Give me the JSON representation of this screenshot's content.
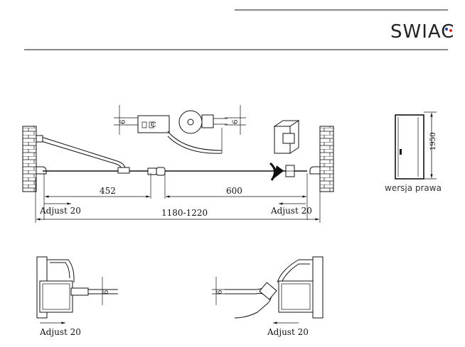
{
  "brand": {
    "logo_text": "SWIAC",
    "dot_colors": [
      "#1f3f8f",
      "#d9262c"
    ]
  },
  "caption": {
    "variant": "wersja prawa"
  },
  "dimensions": {
    "gap_left": "452",
    "gap_right": "600",
    "total_width": "1180-1220",
    "height": "1950",
    "profile_offset": "6"
  },
  "adjust_labels": {
    "top_left": "Adjust 20",
    "top_right": "Adjust 20",
    "bottom_left": "Adjust 20",
    "bottom_right": "Adjust 20"
  }
}
